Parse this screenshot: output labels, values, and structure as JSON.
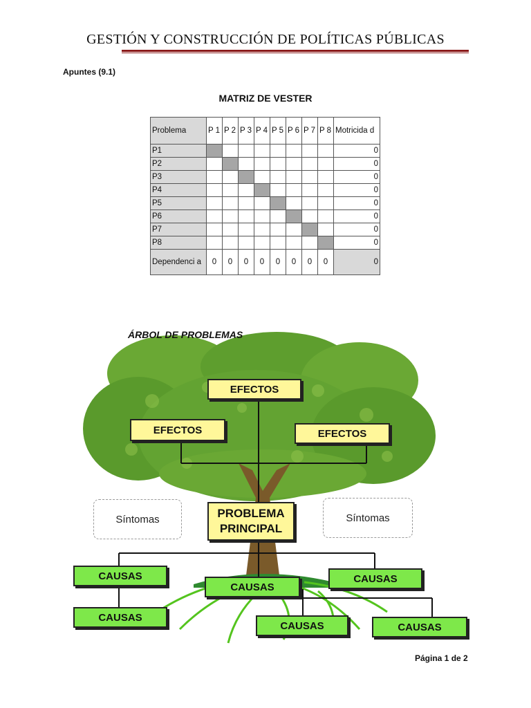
{
  "header": {
    "title": "GESTIÓN Y CONSTRUCCIÓN DE POLÍTICAS PÚBLICAS"
  },
  "apuntes": "Apuntes (9.1)",
  "matrix": {
    "title": "MATRIZ DE VESTER",
    "header_problema": "Problema",
    "header_motricidad": "Motricida d",
    "col_headers": [
      "P 1",
      "P 2",
      "P 3",
      "P 4",
      "P 5",
      "P 6",
      "P 7",
      "P 8"
    ],
    "rows": [
      {
        "label": "P1",
        "motricidad": "0"
      },
      {
        "label": "P2",
        "motricidad": "0"
      },
      {
        "label": "P3",
        "motricidad": "0"
      },
      {
        "label": "P4",
        "motricidad": "0"
      },
      {
        "label": "P5",
        "motricidad": "0"
      },
      {
        "label": "P6",
        "motricidad": "0"
      },
      {
        "label": "P7",
        "motricidad": "0"
      },
      {
        "label": "P8",
        "motricidad": "0"
      }
    ],
    "dependencia_label": "Dependenci a",
    "dependencia_values": [
      "0",
      "0",
      "0",
      "0",
      "0",
      "0",
      "0",
      "0"
    ],
    "dependencia_total": "0"
  },
  "tree": {
    "title": "ÁRBOL DE PROBLEMAS",
    "efectos_top": "EFECTOS",
    "efectos_left": "EFECTOS",
    "efectos_right": "EFECTOS",
    "problema_principal": "PROBLEMA PRINCIPAL",
    "sintomas_left": "Síntomas",
    "sintomas_right": "Síntomas",
    "causas": [
      "CAUSAS",
      "CAUSAS",
      "CAUSAS",
      "CAUSAS",
      "CAUSAS",
      "CAUSAS"
    ],
    "colors": {
      "foliage": "#5e9e2e",
      "trunk": "#7a5a2a",
      "effect_box": "#fff79a",
      "cause_box": "#7ee84a"
    }
  },
  "footer": {
    "page": "Página 1 de 2"
  }
}
